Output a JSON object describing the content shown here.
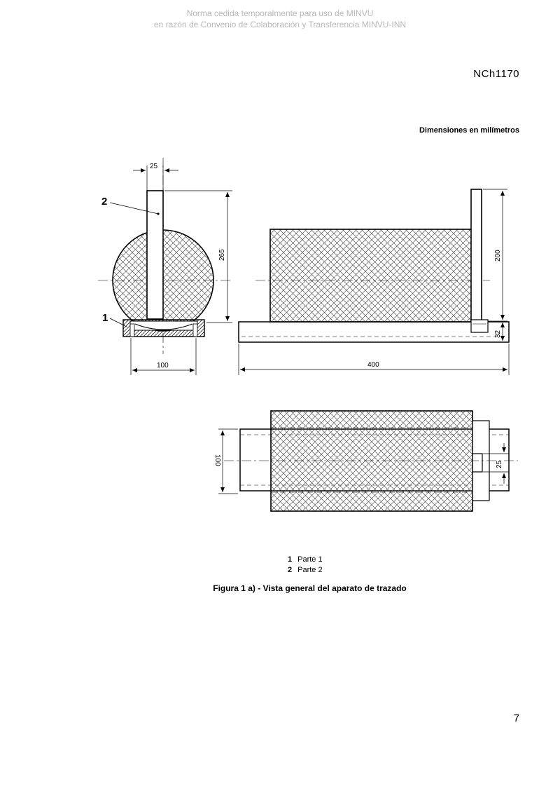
{
  "watermark": {
    "line1": "Norma cedida temporalmente para uso de MINVU",
    "line2": "en razón de Convenio de Colaboración y Transferencia MINVU-INN"
  },
  "header": {
    "doc_code": "NCh1170"
  },
  "drawing": {
    "units_note": "Dimensiones en milímetros",
    "callouts": {
      "part1": "1",
      "part2": "2"
    },
    "dimensions": {
      "rod_width": "25",
      "rod_height": "265",
      "base_width": "100",
      "side_rod_height": "200",
      "base_height": "32",
      "base_length": "400",
      "plan_width": "100",
      "plan_rod_width": "25"
    }
  },
  "legend": {
    "items": [
      {
        "num": "1",
        "label": "Parte 1"
      },
      {
        "num": "2",
        "label": "Parte 2"
      }
    ]
  },
  "caption": "Figura 1 a) - Vista general del aparato de trazado",
  "footer": {
    "page_number": "7"
  }
}
